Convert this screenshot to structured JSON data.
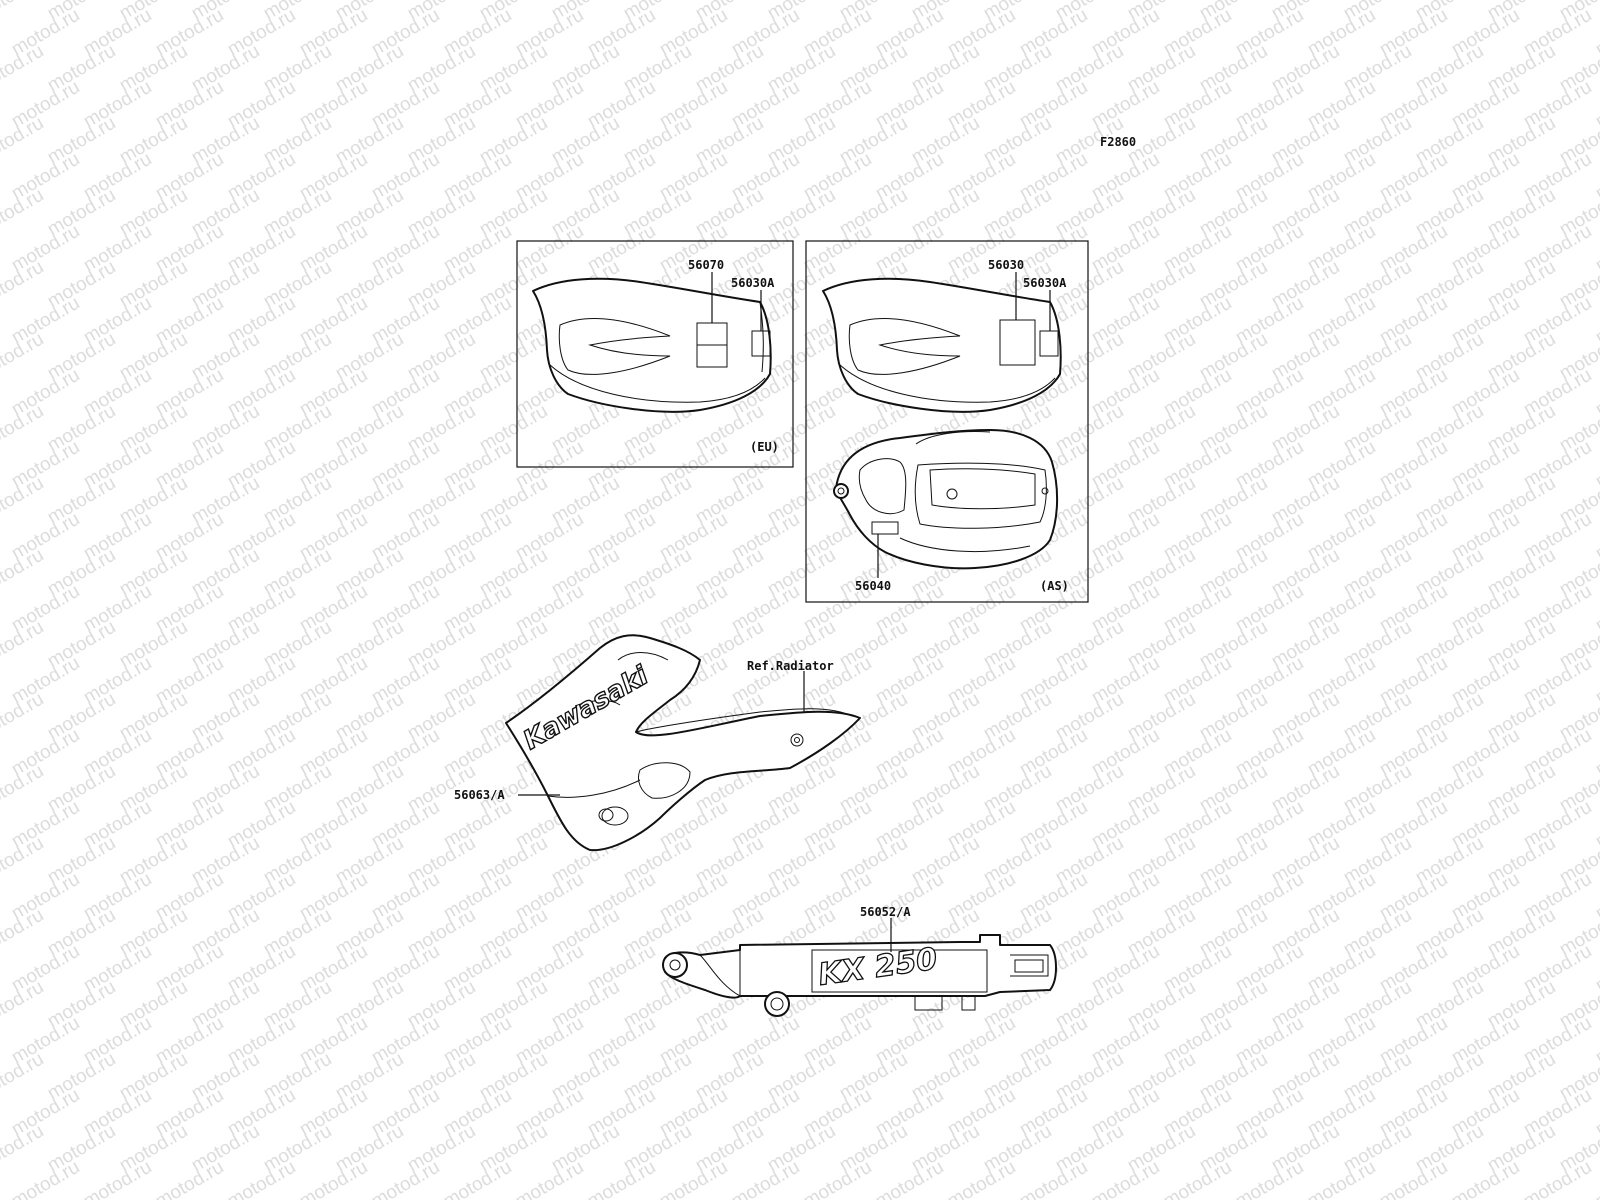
{
  "figure_code": "F2860",
  "watermark": "motod.ru",
  "panels": {
    "eu": {
      "region": "(EU)",
      "callouts": [
        "56070",
        "56030A"
      ]
    },
    "as": {
      "region": "(AS)",
      "callouts": [
        "56030",
        "56030A",
        "56040"
      ]
    }
  },
  "shroud": {
    "callout": "56063/A",
    "reference": "Ref.Radiator",
    "logo_text": "Kawasaki"
  },
  "swingarm": {
    "callout": "56052/A",
    "logo_text": "KX 250"
  }
}
